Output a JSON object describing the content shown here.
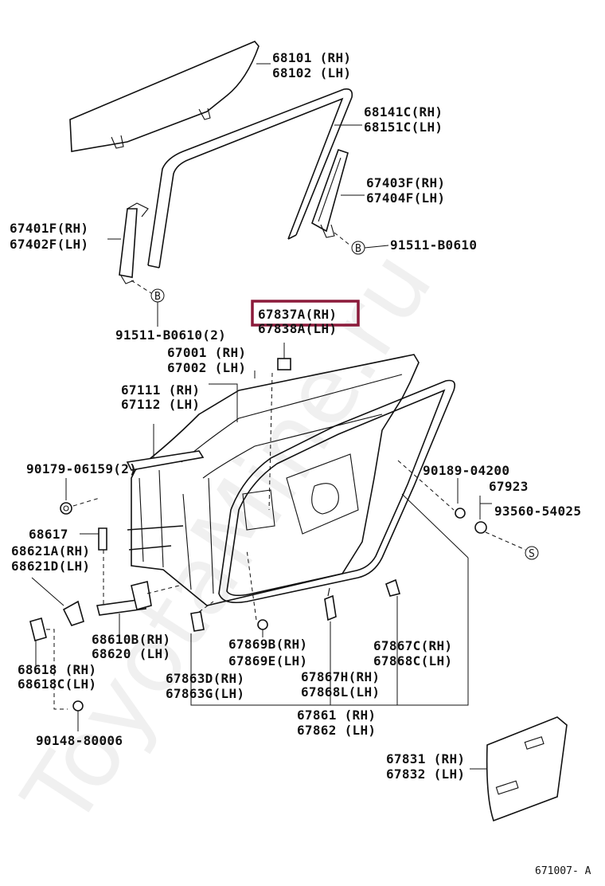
{
  "watermark": "ToyotaMine.ru",
  "figure_code": "671007- A",
  "callout_letter": "B",
  "callout_letter_s": "S",
  "labels": {
    "p68101": "68101 (RH)",
    "p68102": "68102 (LH)",
    "p68141c": "68141C(RH)",
    "p68151c": "68151C(LH)",
    "p67403f": "67403F(RH)",
    "p67404f": "67404F(LH)",
    "p67401f": "67401F(RH)",
    "p67402f": "67402F(LH)",
    "p91511_b0610_r": "91511-B0610",
    "p91511_b0610_l": "91511-B0610(2)",
    "p67837a": "67837A(RH)",
    "p67838a": "67838A(LH)",
    "p67001": "67001 (RH)",
    "p67002": "67002 (LH)",
    "p67111": "67111 (RH)",
    "p67112": "67112 (LH)",
    "p90179": "90179-06159(2)",
    "p90189": "90189-04200",
    "p67923": "67923",
    "p93560": "93560-54025",
    "p68617": "68617",
    "p68621a": "68621A(RH)",
    "p68621d": "68621D(LH)",
    "p68610b": "68610B(RH)",
    "p68620": "68620 (LH)",
    "p68618": "68618 (RH)",
    "p68618c": "68618C(LH)",
    "p90148": "90148-80006",
    "p67869b": "67869B(RH)",
    "p67869e": "67869E(LH)",
    "p67867c": "67867C(RH)",
    "p67868c": "67868C(LH)",
    "p67863d": "67863D(RH)",
    "p67863g": "67863G(LH)",
    "p67867h": "67867H(RH)",
    "p67868l": "67868L(LH)",
    "p67861": "67861 (RH)",
    "p67862": "67862 (LH)",
    "p67831": "67831 (RH)",
    "p67832": "67832 (LH)"
  },
  "highlight_color": "#8b1a3a"
}
